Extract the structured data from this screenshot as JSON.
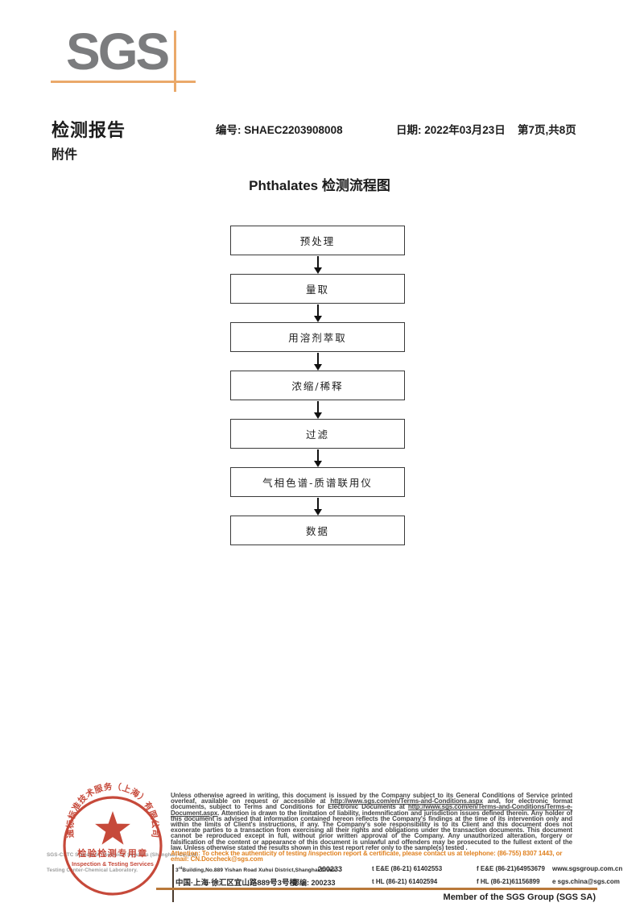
{
  "colors": {
    "logo_gray": "#7b7c7e",
    "logo_cross_orange": "#eaa96a",
    "stamp_red": "#c23a2a",
    "attention_orange": "#e0811f",
    "footer_rule_tan": "#b9793a"
  },
  "header": {
    "logo_text": "SGS",
    "report_title": "检测报告",
    "report_no": "编号: SHAEC2203908008",
    "date": "日期: 2022年03月23日",
    "page_info": "第7页,共8页",
    "attachment": "附件"
  },
  "flowchart": {
    "title": "Phthalates 检测流程图",
    "steps": [
      "预处理",
      "量取",
      "用溶剂萃取",
      "浓缩/稀释",
      "过滤",
      "气相色谱-质谱联用仪",
      "数据"
    ]
  },
  "footer": {
    "disclaimer_segments": [
      {
        "text": "Unless otherwise agreed in writing, this document is issued by the Company subject to its General Conditions of Service printed overleaf, available on request or accessible at ",
        "link": false
      },
      {
        "text": "http://www.sgs.com/en/Terms-and-Conditions.aspx",
        "link": true
      },
      {
        "text": " and, for electronic format documents, subject to Terms and Conditions for Electronic Documents at ",
        "link": false
      },
      {
        "text": "http://www.sgs.com/en/Terms-and-Conditions/Terms-e-Document.aspx",
        "link": true
      },
      {
        "text": ". Attention is drawn to the limitation of liability, indemnification and jurisdiction issues defined therein. Any holder of this document is advised that information contained hereon reflects the Company's findings at the time of its intervention only and within the limits of Client's instructions, if any. The Company's sole responsibility is to its Client and this document does not exonerate parties to a transaction from exercising all their rights and obligations under the transaction documents. This document cannot be reproduced except in full, without prior written approval of the Company. Any unauthorized alteration, forgery or falsification of the content or appearance of this document is unlawful and offenders may be prosecuted to the fullest extent of the law. Unless otherwise stated the results shown in this test report refer only to the sample(s) tested .",
        "link": false
      }
    ],
    "attention_line": "Attention: To check the authenticity of testing /inspection report & certificate, please contact us at telephone: (86-755) 8307 1443, or email: CN.Doccheck@sgs.com",
    "stamp": {
      "arc_text": "通标标准技术服务（上海）有限公司",
      "seal_title": "检验检测专用章",
      "seal_subtitle": "Inspection & Testing Services"
    },
    "company_line1": "SGS-CSTC Standards Technical Services (Shanghai) Co.,Ltd.",
    "company_line2": "Testing Center-Chemical Laboratory.",
    "address": {
      "en_no": "3",
      "en_no_sup": "rd",
      "en_street": "Building,No.889 Yishan Road Xuhui District,Shanghai China",
      "en_zip": "200233",
      "cn_street": "中国·上海·徐汇区宜山路889号3号楼",
      "cn_zip": "邮编: 200233",
      "tel1": "t E&E (86-21) 61402553",
      "fax1": "f E&E (86-21)64953679",
      "web": "www.sgsgroup.com.cn",
      "tel2": "t HL (86-21) 61402594",
      "fax2": "f HL (86-21)61156899",
      "email": "e sgs.china@sgs.com"
    },
    "member": "Member of the SGS Group (SGS SA)"
  }
}
